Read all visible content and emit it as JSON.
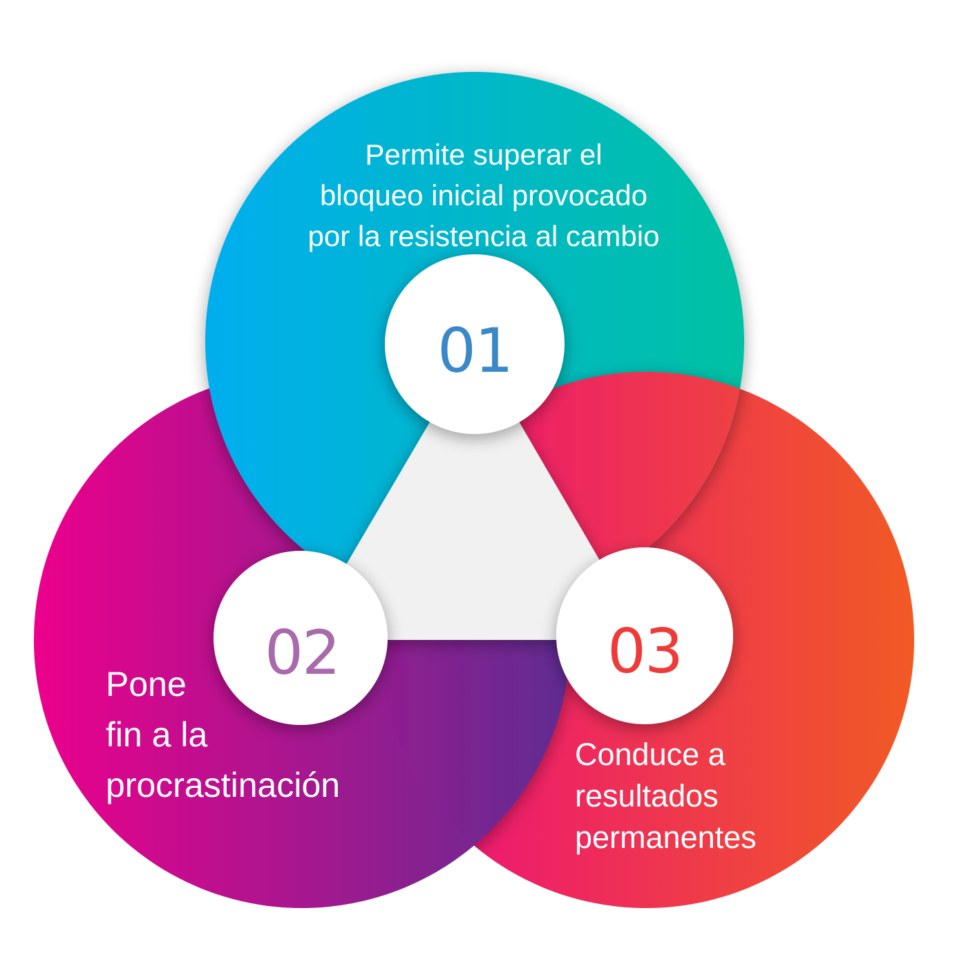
{
  "diagram": {
    "type": "three-circle venn cycle",
    "colors": {
      "background": "#ffffff",
      "center_triangle": "#f1f1f1",
      "badge_fill": "#ffffff",
      "circle_01_gradient": [
        "#00aeef",
        "#00c1a3"
      ],
      "circle_02_gradient": [
        "#ec008c",
        "#662d91"
      ],
      "circle_03_gradient": [
        "#ec0c80",
        "#f15a24"
      ]
    },
    "items": [
      {
        "number": "01",
        "number_color": "#3b88c8",
        "lines": [
          "Permite superar el",
          "bloqueo inicial provocado",
          "por la resistencia al cambio"
        ]
      },
      {
        "number": "02",
        "number_color": "#a86aab",
        "lines": [
          "Pone",
          "fin a la",
          "procrastinación"
        ]
      },
      {
        "number": "03",
        "number_color": "#ee3b39",
        "lines": [
          "Conduce a",
          "resultados",
          "permanentes"
        ]
      }
    ]
  }
}
